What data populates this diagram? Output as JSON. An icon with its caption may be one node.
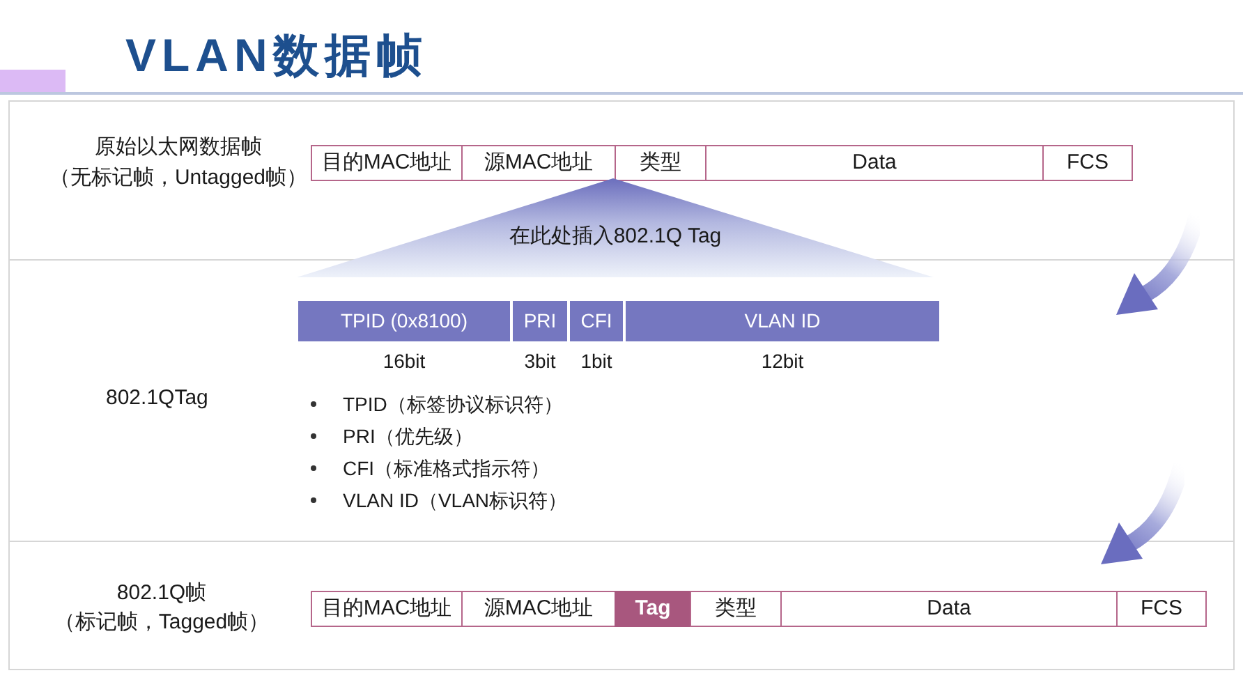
{
  "diagram": {
    "title": "VLAN数据帧",
    "nodes": [
      {
        "text": [
          "原始以太网数据帧",
          "（无标记帧，Untagged帧）"
        ]
      },
      {
        "text": [
          "目的MAC地址"
        ],
        "in": 0
      },
      {
        "text": [
          "源MAC地址"
        ],
        "in": 0
      },
      {
        "text": [
          "类型"
        ],
        "in": 0
      },
      {
        "text": [
          "Data"
        ],
        "in": 0
      },
      {
        "text": [
          "FCS"
        ],
        "in": 0
      },
      {
        "text": [
          "在此处插入802.1Q Tag"
        ]
      },
      {
        "text": [
          "802.1QTag",
          "TPID（标签协议标识符）",
          "PRI（优先级）",
          "CFI（标准格式指示符）",
          "VLAN ID（VLAN标识符）"
        ]
      },
      {
        "text": [
          "TPID (0x8100)"
        ],
        "in": 7,
        "beside": [
          "16bit"
        ]
      },
      {
        "text": [
          "PRI"
        ],
        "in": 7,
        "beside": [
          "3bit"
        ]
      },
      {
        "text": [
          "CFI"
        ],
        "in": 7,
        "beside": [
          "1bit"
        ]
      },
      {
        "text": [
          "VLAN ID"
        ],
        "in": 7,
        "beside": [
          "12bit"
        ]
      },
      {
        "text": [
          "802.1Q帧",
          "（标记帧，Tagged帧）"
        ]
      },
      {
        "text": [
          "目的MAC地址"
        ],
        "in": 12
      },
      {
        "text": [
          "源MAC地址"
        ],
        "in": 12
      },
      {
        "text": [
          "Tag"
        ],
        "in": 12
      },
      {
        "text": [
          "类型"
        ],
        "in": 12
      },
      {
        "text": [
          "Data"
        ],
        "in": 12
      },
      {
        "text": [
          "FCS"
        ],
        "in": 12
      }
    ]
  }
}
